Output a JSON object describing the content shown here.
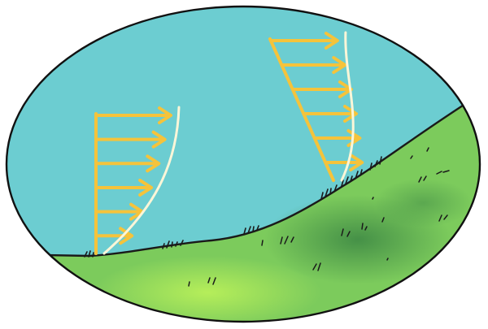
{
  "colors": {
    "sky": "#6ccdd1",
    "grass": "#7ccb5c",
    "grass_light": "#a8e85a",
    "grass_dark": "#4f9a48",
    "arrows": "#f5c33b",
    "profile_curve": "#fbf6d8",
    "outline": "#111111",
    "ground_line": "#1a1a1a"
  },
  "profiles": [
    {
      "id": "flat-ground",
      "arrow_lengths": [
        1.0,
        0.92,
        0.84,
        0.74,
        0.62,
        0.48
      ],
      "description_icon": "velocity-profile-icon"
    },
    {
      "id": "hill-slope",
      "arrow_lengths": [
        1.0,
        0.95,
        0.88,
        0.79,
        0.68,
        0.55
      ],
      "description_icon": "velocity-profile-icon"
    }
  ]
}
